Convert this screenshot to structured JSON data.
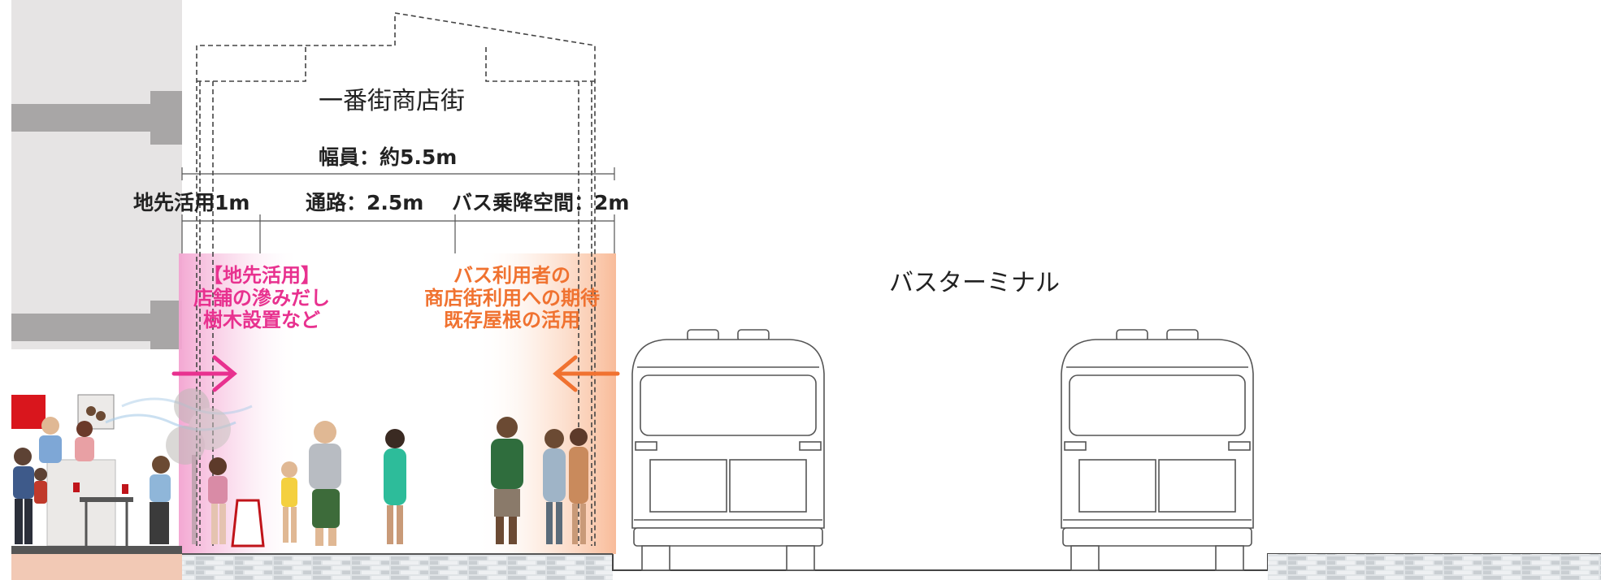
{
  "title": "一番街商店街",
  "total_width": "幅員：約5.5m",
  "segments": {
    "frontage": "地先活用1m",
    "passage": "通路：2.5m",
    "bus_space": "バス乗降空間：2m"
  },
  "left_note": {
    "line1": "【地先活用】",
    "line2": "店舗の滲みだし",
    "line3": "樹木設置など"
  },
  "right_note": {
    "line1": "バス利用者の",
    "line2": "商店街利用への期待",
    "line3": "既存屋根の活用"
  },
  "bus_terminal": "バスターミナル",
  "colors": {
    "pink": "#e8318f",
    "orange": "#f07230",
    "building": "#e6e4e4",
    "beam": "#a8a6a6"
  }
}
